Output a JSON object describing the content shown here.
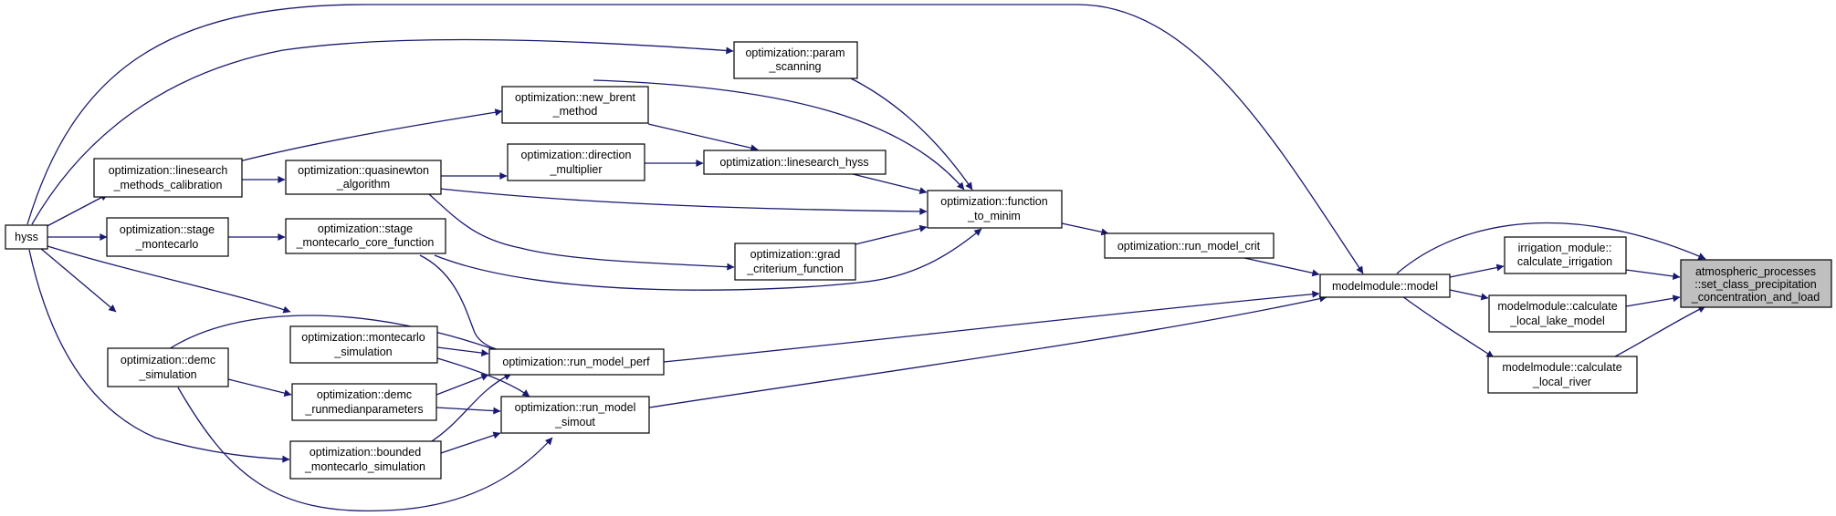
{
  "diagram": {
    "colors": {
      "edge": "#191970",
      "node_border": "#000000",
      "root_fill": "#bfbfbf",
      "node_fill": "#ffffff"
    },
    "nodes": [
      {
        "id": "hyss",
        "lines": [
          "hyss"
        ]
      },
      {
        "id": "linesearch_methods_calibration",
        "lines": [
          "optimization::linesearch",
          "_methods_calibration"
        ]
      },
      {
        "id": "stage_montecarlo",
        "lines": [
          "optimization::stage",
          "_montecarlo"
        ]
      },
      {
        "id": "demc_simulation",
        "lines": [
          "optimization::demc",
          "_simulation"
        ]
      },
      {
        "id": "new_brent_method",
        "lines": [
          "optimization::new_brent",
          "_method"
        ]
      },
      {
        "id": "quasinewton_algorithm",
        "lines": [
          "optimization::quasinewton",
          "_algorithm"
        ]
      },
      {
        "id": "stage_montecarlo_core_function",
        "lines": [
          "optimization::stage",
          "_montecarlo_core_function"
        ]
      },
      {
        "id": "montecarlo_simulation",
        "lines": [
          "optimization::montecarlo",
          "_simulation"
        ]
      },
      {
        "id": "demc_runmedianparameters",
        "lines": [
          "optimization::demc",
          "_runmedianparameters"
        ]
      },
      {
        "id": "bounded_montecarlo_simulation",
        "lines": [
          "optimization::bounded",
          "_montecarlo_simulation"
        ]
      },
      {
        "id": "param_scanning",
        "lines": [
          "optimization::param",
          "_scanning"
        ]
      },
      {
        "id": "direction_multiplier",
        "lines": [
          "optimization::direction",
          "_multiplier"
        ]
      },
      {
        "id": "linesearch_hyss",
        "lines": [
          "optimization::linesearch_hyss"
        ]
      },
      {
        "id": "grad_criterium_function",
        "lines": [
          "optimization::grad",
          "_criterium_function"
        ]
      },
      {
        "id": "run_model_perf",
        "lines": [
          "optimization::run_model_perf"
        ]
      },
      {
        "id": "run_model_simout",
        "lines": [
          "optimization::run_model",
          "_simout"
        ]
      },
      {
        "id": "function_to_minim",
        "lines": [
          "optimization::function",
          "_to_minim"
        ]
      },
      {
        "id": "run_model_crit",
        "lines": [
          "optimization::run_model_crit"
        ]
      },
      {
        "id": "model",
        "lines": [
          "modelmodule::model"
        ]
      },
      {
        "id": "calculate_irrigation",
        "lines": [
          "irrigation_module::",
          "calculate_irrigation"
        ]
      },
      {
        "id": "calculate_local_lake_model",
        "lines": [
          "modelmodule::calculate",
          "_local_lake_model"
        ]
      },
      {
        "id": "calculate_local_river",
        "lines": [
          "modelmodule::calculate",
          "_local_river"
        ]
      },
      {
        "id": "set_class_precipitation",
        "lines": [
          "atmospheric_processes",
          "::set_class_precipitation",
          "_concentration_and_load"
        ],
        "root": true
      }
    ]
  }
}
